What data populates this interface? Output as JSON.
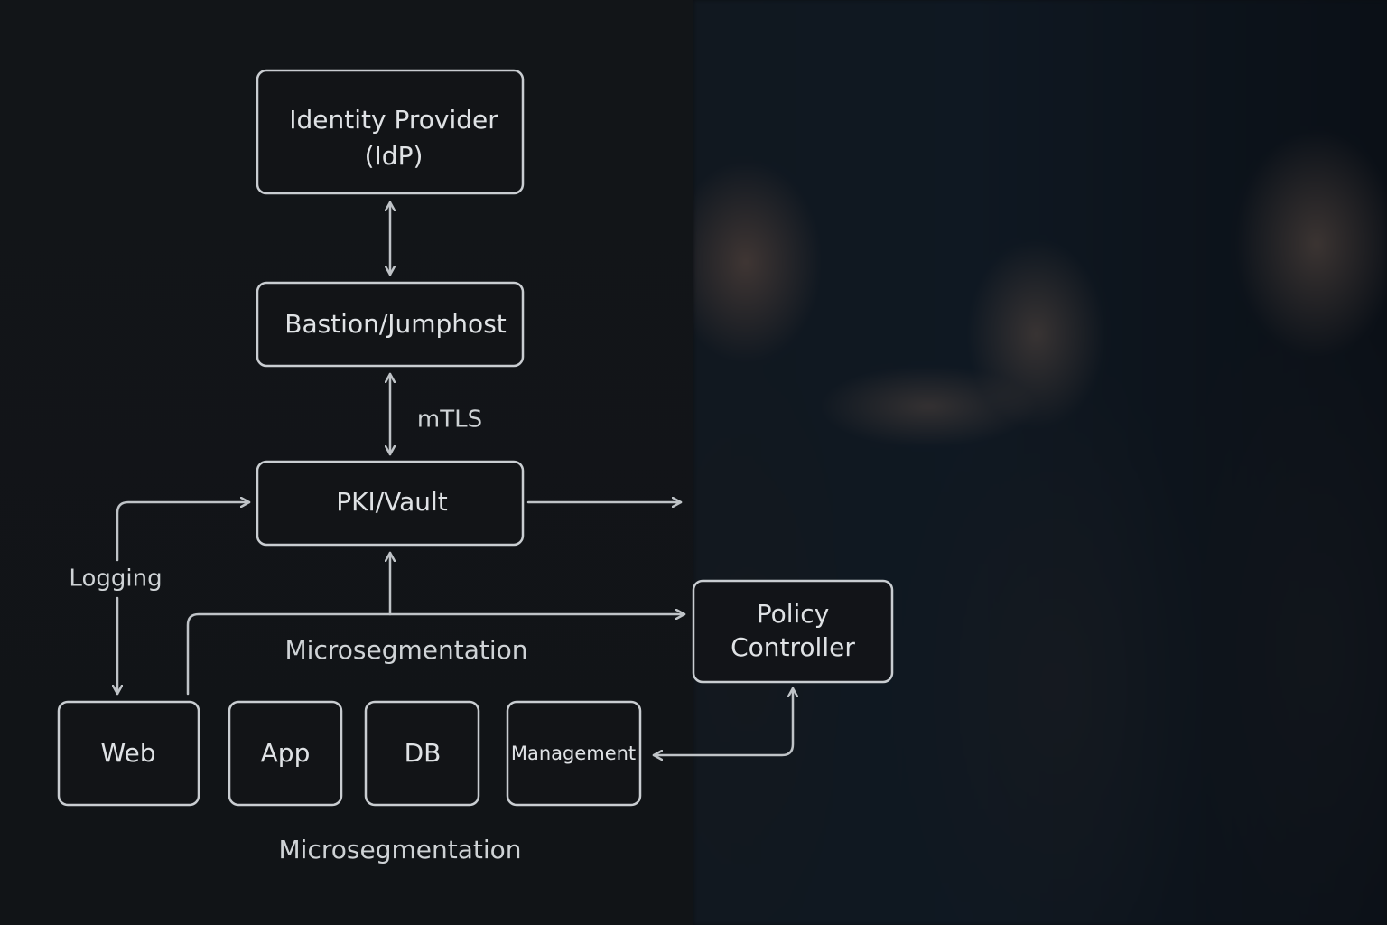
{
  "nodes": {
    "idp": {
      "line1": "Identity Provider",
      "line2": "(IdP)"
    },
    "bastion": {
      "label": "Bastion/Jumphost"
    },
    "pki": {
      "label": "PKI/Vault"
    },
    "policy": {
      "line1": "Policy",
      "line2": "Controller"
    },
    "web": {
      "label": "Web"
    },
    "app": {
      "label": "App"
    },
    "db": {
      "label": "DB"
    },
    "management": {
      "label": "Management"
    }
  },
  "edge_labels": {
    "mtls": "mTLS",
    "logging": "Logging",
    "microsegmentation_mid": "Microsegmentation",
    "microsegmentation_bottom": "Microsegmentation"
  },
  "colors": {
    "panel_background": "#121518",
    "stroke": "#c9cdd1",
    "text": "#dfe2e5"
  }
}
